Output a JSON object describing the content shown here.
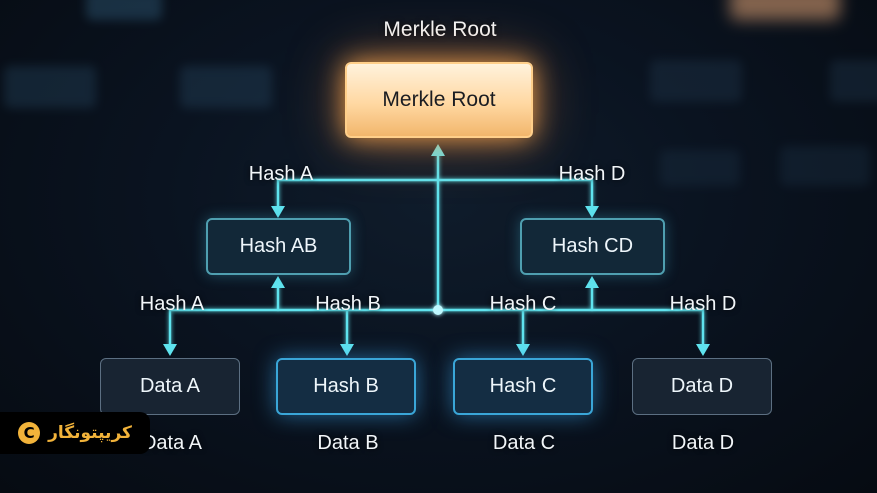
{
  "title": "Merkle Root",
  "root": {
    "label": "Merkle Root"
  },
  "level1_labels": {
    "left": "Hash A",
    "right": "Hash D"
  },
  "level1_nodes": [
    {
      "label": "Hash AB"
    },
    {
      "label": "Hash CD"
    }
  ],
  "level2_labels": [
    "Hash A",
    "Hash B",
    "Hash C",
    "Hash D"
  ],
  "leaf_nodes": [
    {
      "label": "Data A"
    },
    {
      "label": "Hash B"
    },
    {
      "label": "Hash C"
    },
    {
      "label": "Data D"
    }
  ],
  "leaf_captions": [
    "Data A",
    "Data B",
    "Data C",
    "Data D"
  ],
  "watermark": {
    "text": "کریپتونگار",
    "logo_glyph": "C"
  },
  "colors": {
    "wire": "#5fe3ee",
    "root_glow": "#ffb25c",
    "badge": "#f2b33a"
  }
}
